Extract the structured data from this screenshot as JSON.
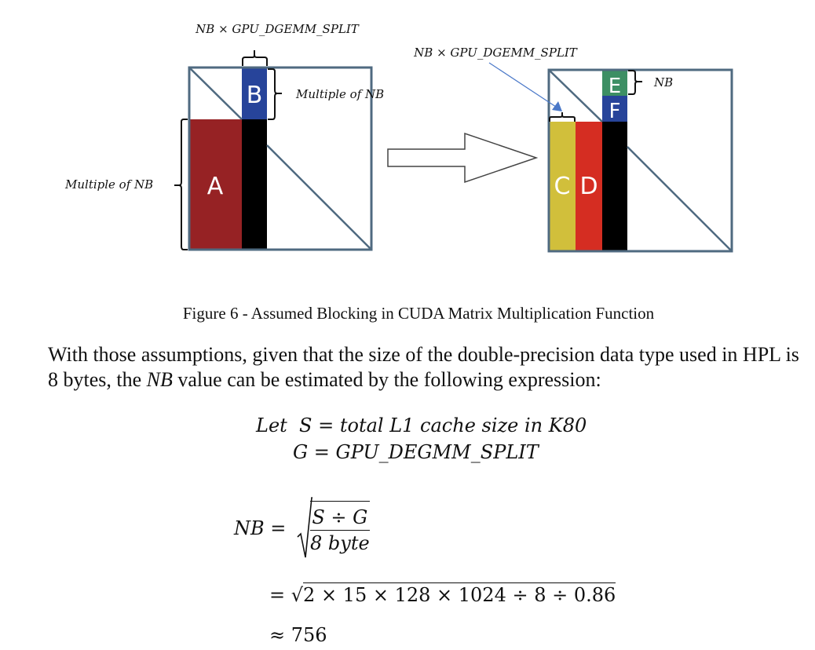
{
  "figure": {
    "left_diagram": {
      "top_width_label": "NB × GPU_DGEMM_SPLIT",
      "right_height_label": "Multiple of NB",
      "left_height_label": "Multiple of NB",
      "blocks": [
        {
          "label": "A",
          "color": "#962224"
        },
        {
          "label": "B",
          "color": "#27449a"
        }
      ],
      "panel_color": "#000000"
    },
    "transition_arrow": "right-arrow",
    "right_diagram": {
      "pointer_label": "NB × GPU_DGEMM_SPLIT",
      "right_height_label": "NB",
      "blocks": [
        {
          "label": "C",
          "color": "#d1bf3b"
        },
        {
          "label": "D",
          "color": "#d52d22"
        },
        {
          "label": "E",
          "color": "#3d8f64"
        },
        {
          "label": "F",
          "color": "#27449a"
        }
      ],
      "panel_color": "#000000"
    },
    "frame_color": "#4f6a80",
    "pointer_color": "#4a78c8"
  },
  "caption": "Figure 6 - Assumed Blocking in CUDA Matrix Multiplication Function",
  "paragraph": {
    "before": "With those assumptions, given that the size of the double-precision data type used in HPL is 8 bytes, the ",
    "emphasis": "NB",
    "after": " value can be estimated by the following expression:"
  },
  "equations": {
    "let_line": {
      "lhs": "Let  S",
      "rel": " = ",
      "rhs": "total L1 cache size in K80"
    },
    "g_line": {
      "lhs": "G",
      "rel": " = ",
      "rhs": "GPU_DEGMM_SPLIT"
    },
    "nb_line": {
      "lhs": "NB",
      "rel": " = ",
      "numerator": "S ÷ G",
      "denominator": "8 byte"
    },
    "calc_line": {
      "rel": "= ",
      "radicand": "2 × 15 × 128 × 1024 ÷ 8 ÷ 0.86"
    },
    "result_line": {
      "rel": "≈ ",
      "value": "756"
    }
  }
}
